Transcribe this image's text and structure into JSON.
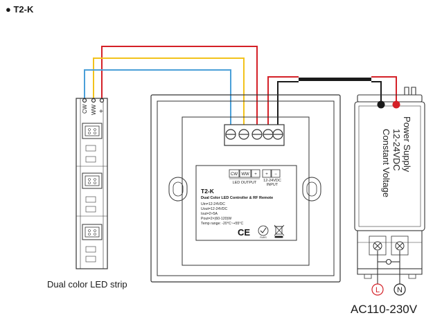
{
  "title": "T2-K",
  "strip": {
    "caption": "Dual color LED strip",
    "pin_labels": [
      "CW",
      "WW",
      "+"
    ]
  },
  "controller": {
    "model": "T2-K",
    "description": "Dual Color LED Controller & RF Remote",
    "specs": [
      "Uin=12-24VDC",
      "Uout=12-24VDC",
      "Iout=2×5A",
      "Pout=2×(60-120)W",
      "Temp range: -20°C~+55°C"
    ],
    "output_terminals": [
      "CW",
      "WW",
      "+"
    ],
    "input_terminals": [
      "+",
      "−"
    ],
    "output_label": "LED OUTPUT",
    "input_label_line1": "12-24VDC",
    "input_label_line2": "INPUT",
    "cert_ce": "CE",
    "cert_rohs": "RoHS"
  },
  "power_supply": {
    "lines": [
      "Power Supply",
      "12-24VDC",
      "Constant Voltage"
    ],
    "ac_terminals": [
      "L",
      "N"
    ],
    "ac_label": "AC110-230V"
  },
  "colors": {
    "red_wire": "#d42027",
    "yellow_wire": "#f2c21b",
    "blue_wire": "#4a9fd8",
    "black_wire": "#1a1a1a",
    "outline": "#333333"
  }
}
